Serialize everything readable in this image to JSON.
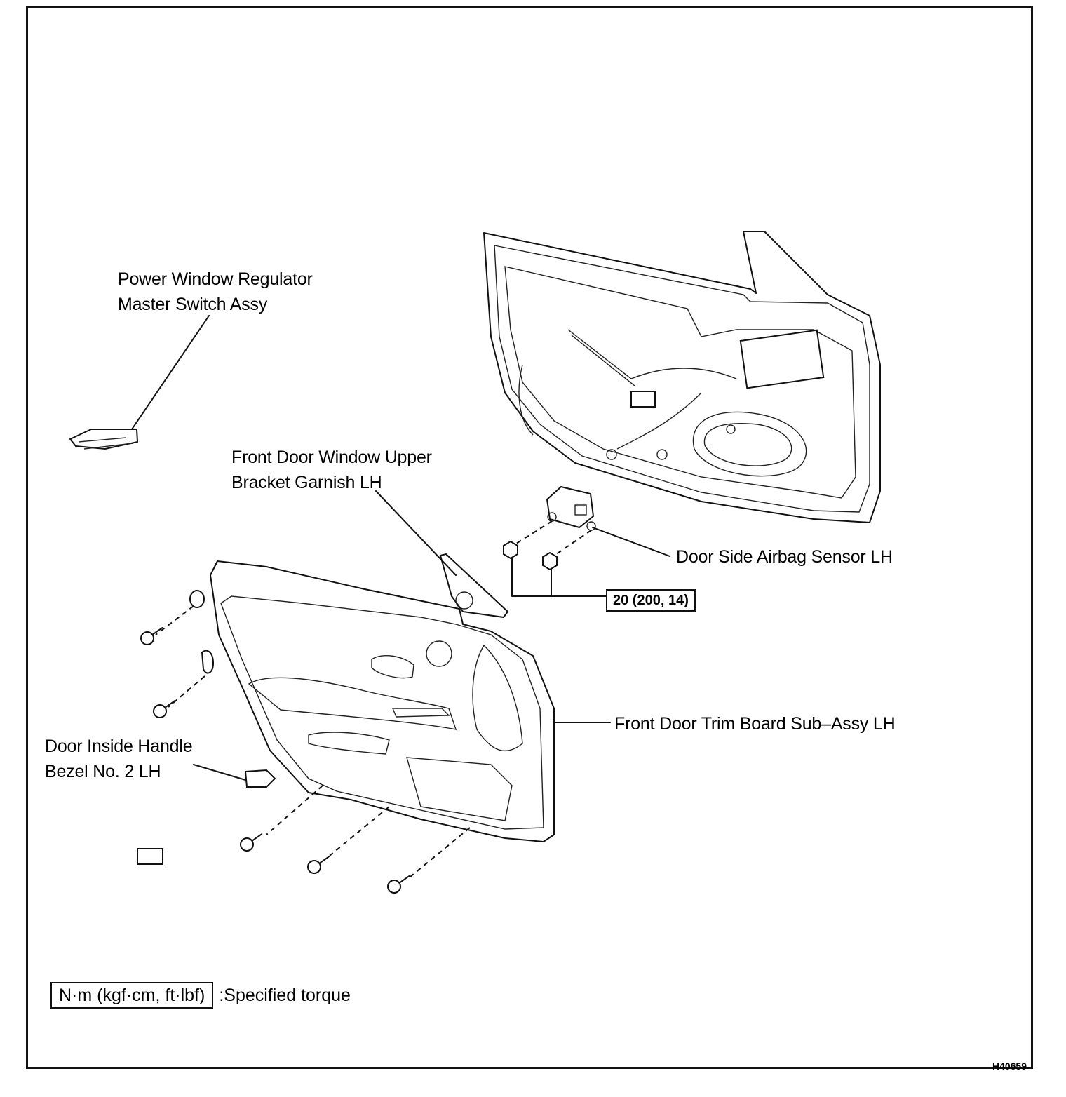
{
  "labels": {
    "master_switch": [
      "Power Window Regulator",
      "Master Switch Assy"
    ],
    "upper_bracket": [
      "Front Door Window Upper",
      "Bracket Garnish LH"
    ],
    "airbag_sensor": "Door Side Airbag Sensor LH",
    "trim_board": "Front Door Trim Board Sub–Assy LH",
    "handle_bezel": [
      "Door Inside Handle",
      "Bezel No. 2 LH"
    ]
  },
  "torque_spec": "20 (200, 14)",
  "legend": {
    "unit_box": "N·m (kgf·cm, ft·lbf)",
    "description": ":Specified torque"
  },
  "figure_id": "H40659"
}
